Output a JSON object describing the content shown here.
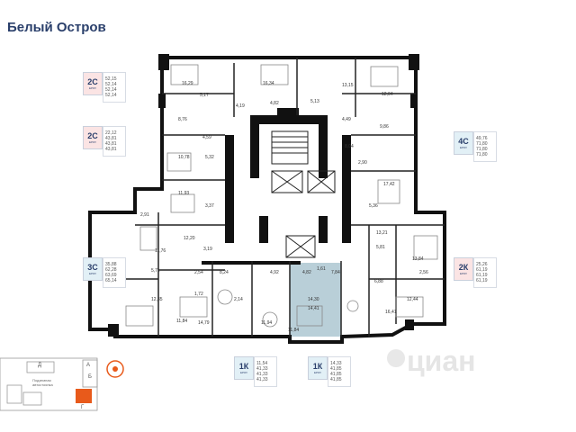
{
  "title": "Белый Остров",
  "watermark": "циан",
  "colors": {
    "brand": "#2a3f6b",
    "wall": "#111111",
    "highlight": "#b9cfd8",
    "accent_orange": "#e85a1b",
    "bg_pink": "#fbe4e4",
    "bg_blue": "#e2f0f6"
  },
  "flats": [
    {
      "code": "2С",
      "sub": "ЕРОУ",
      "areas": [
        "52,15",
        "52,14",
        "52,14",
        "52,14"
      ],
      "bg": "#fbe4e4"
    },
    {
      "code": "2С",
      "sub": "ЕРОУ",
      "areas": [
        "22,12",
        "43,81",
        "43,81",
        "43,81"
      ],
      "bg": "#fbe4e4"
    },
    {
      "code": "4С",
      "sub": "ЕРОУ",
      "areas": [
        "49,76",
        "71,80",
        "71,80",
        "71,80"
      ],
      "bg": "#e2f0f6"
    },
    {
      "code": "3С",
      "sub": "ЕРОУ",
      "areas": [
        "35,88",
        "62,28",
        "63,69",
        "65,14"
      ],
      "bg": "#e2f0f6"
    },
    {
      "code": "2К",
      "sub": "ЕРОУ",
      "areas": [
        "25,26",
        "61,19",
        "61,19",
        "61,19"
      ],
      "bg": "#fbe4e4"
    },
    {
      "code": "1К",
      "sub": "ЕРОУ",
      "areas": [
        "11,54",
        "41,33",
        "41,33",
        "41,33"
      ],
      "bg": "#e2f0f6"
    },
    {
      "code": "1К",
      "sub": "ЕРОУ",
      "areas": [
        "14,33",
        "41,85",
        "41,85",
        "41,85"
      ],
      "bg": "#e2f0f6"
    }
  ],
  "room_labels": [
    "16,29",
    "5,17",
    "16,34",
    "5,13",
    "4,19",
    "4,82",
    "13,15",
    "12,04",
    "4,49",
    "8,76",
    "4,59",
    "9,86",
    "10,78",
    "5,32",
    "8,04",
    "2,90",
    "11,93",
    "3,37",
    "17,42",
    "5,36",
    "2,91",
    "12,20",
    "13,21",
    "3,19",
    "5,81",
    "11,76",
    "5,71",
    "2,54",
    "8,24",
    "4,92",
    "4,82",
    "1,61",
    "7,84",
    "13,84",
    "2,56",
    "1,72",
    "6,88",
    "12,35",
    "12,44",
    "14,79",
    "11,94",
    "2,14",
    "14,30",
    "16,41",
    "11,84",
    "11,84",
    "14,41"
  ],
  "site_plan": {
    "letters": [
      "Д",
      "А",
      "Б",
      "Г"
    ],
    "caption": "Подземная автостоянка"
  }
}
